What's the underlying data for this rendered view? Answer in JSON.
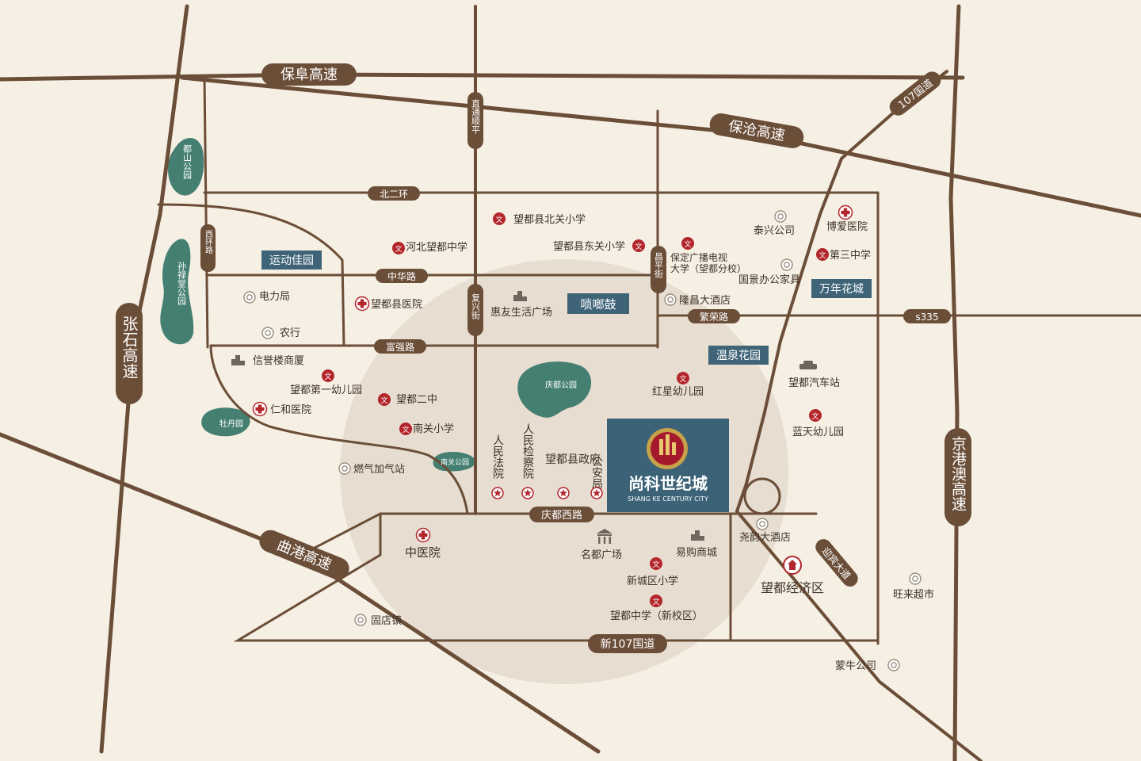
{
  "colors": {
    "background": "#f6efe3",
    "road": "#6b4e38",
    "halo": "#e7ddd0",
    "label_box": "#3f6478",
    "park": "#447f72",
    "school_red": "#b3262b",
    "project_box": "#3b6277",
    "gold": "#c8a249"
  },
  "highways": {
    "baofu": "保阜高速",
    "baocang": "保沧高速",
    "zhangshi": "张石高速",
    "qugang": "曲港高速",
    "jinggangao": "京港澳高速",
    "g107": "107国道",
    "new107": "新107国道"
  },
  "roads": {
    "beierhuan": "北二环",
    "zhonghua": "中华路",
    "fuqiang": "富强路",
    "fanrong": "繁荣路",
    "s335": "s335",
    "qingduxi": "庆都西路",
    "xihuan": "西环路",
    "zhitong": "直通顺平",
    "fuxing": "复兴街",
    "changping": "昌平街",
    "yingbin": "迎宾大道"
  },
  "areas": {
    "yundong": "运动佳园",
    "suonagu": "唢啷鼓",
    "wanian": "万年花城",
    "wenquan": "温泉花园"
  },
  "parks": {
    "dushan": "都山公园",
    "sunlutang": "孙禄堂公园",
    "mudan": "牡丹园",
    "nanguan": "南关公园",
    "qingdu": "庆都公园"
  },
  "pois": {
    "beiguan_school": "望都县北关小学",
    "hebei_school": "河北望都中学",
    "dongguan_school": "望都县东关小学",
    "guangdian_1": "保定广播电视",
    "guangdian_2": "大学（望都分校）",
    "taixing": "泰兴公司",
    "boai": "博爱医院",
    "disan": "第三中学",
    "guojing": "国景办公家具",
    "dianli": "电力局",
    "nonghang": "农行",
    "hospital": "望都县医院",
    "huiyou": "惠友生活广场",
    "longchang": "隆昌大酒店",
    "xinyu": "信誉楼商厦",
    "kindergarten1": "望都第一幼儿园",
    "erzhong": "望都二中",
    "renhe": "仁和医院",
    "nanguan_school": "南关小学",
    "gas": "燃气加气站",
    "court": "人民法院",
    "procuratorate": "人民检察院",
    "government": "望都县政府",
    "police": "公安局",
    "hongxing": "红星幼儿园",
    "bus_station": "望都汽车站",
    "lantian": "蓝天幼儿园",
    "tcm": "中医院",
    "mingdu": "名都广场",
    "yigou": "易购商城",
    "yaoyun": "尧韵大酒店",
    "xinchengqu": "新城区小学",
    "wangdu_middle": "望都中学（新校区）",
    "zone": "望都经济区",
    "wanglai": "旺来超市",
    "gudian": "固店镇",
    "mengniu": "蒙牛公司"
  },
  "project": {
    "name": "尚科世纪城",
    "name_en": "SHANG KE CENTURY CITY"
  },
  "icons": {
    "school": "school-marker-icon",
    "hospital": "red-cross-icon",
    "company": "company-pin-icon",
    "building": "building-icon",
    "government": "government-star-icon",
    "car": "car-icon",
    "square": "plaza-icon",
    "shield": "shield-exit-icon"
  }
}
